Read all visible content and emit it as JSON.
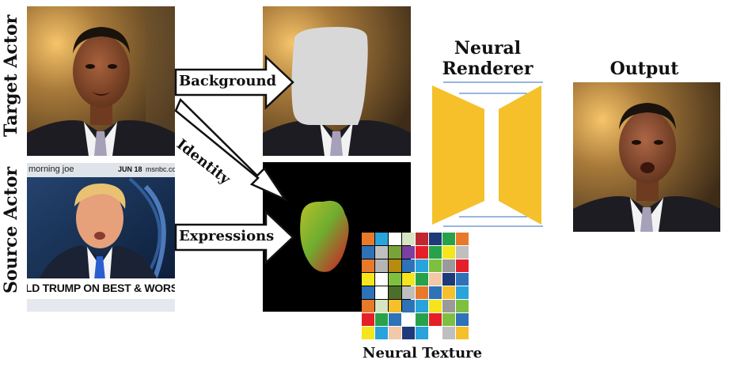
{
  "labels": {
    "target_actor": "Target Actor",
    "source_actor": "Source Actor",
    "neural_renderer": "Neural\nRenderer",
    "neural_renderer_line1": "Neural",
    "neural_renderer_line2": "Renderer",
    "output": "Output",
    "neural_texture": "Neural Texture"
  },
  "arrows": {
    "background": "Background",
    "identity": "Identity",
    "expressions": "Expressions"
  },
  "news": {
    "show": "morning joe",
    "date": "JUN 18",
    "network": "msnbc.com",
    "ticker": "LD TRUMP ON BEST & WORST PRESI"
  },
  "colors": {
    "renderer_gold": "#f5c02a",
    "face_mask_gray": "#d8d8d8",
    "arrow_outline": "#111111"
  },
  "texture_grid": [
    [
      "#e8792b",
      "#29a3dc",
      "#ffffff",
      "#d6e6c3",
      "#c0282f",
      "#1f3a78",
      "#27a24a",
      "#e8792b"
    ],
    [
      "#2e72b8",
      "#bfbfbf",
      "#7aa23a",
      "#7b3fa0",
      "#e51f29",
      "#27a24a",
      "#f5e51c",
      "#bfbfbf"
    ],
    [
      "#e8792b",
      "#b5b5b5",
      "#b78a10",
      "#2e72b8",
      "#29a3dc",
      "#7fbf3f",
      "#9a9a9a",
      "#e51f29"
    ],
    [
      "#f5e51c",
      "#ffffff",
      "#7fbf3f",
      "#f5e51c",
      "#27a24a",
      "#f2c8a8",
      "#1f3a78",
      "#2e72b8"
    ],
    [
      "#2e72b8",
      "#ffffff",
      "#4d6e2b",
      "#bfbfbf",
      "#e8792b",
      "#2e72b8",
      "#f5c02a",
      "#29a3dc"
    ],
    [
      "#e8792b",
      "#d6e6c3",
      "#f5c02a",
      "#2e72b8",
      "#29a3dc",
      "#f5e51c",
      "#9a9a9a",
      "#7fbf3f"
    ],
    [
      "#e51f29",
      "#27a24a",
      "#2e72b8",
      "#ffffff",
      "#27a24a",
      "#e51f29",
      "#7fbf3f",
      "#2e72b8"
    ],
    [
      "#f5e51c",
      "#29a3dc",
      "#f2c8a8",
      "#1f3a78",
      "#29a3dc",
      "#ffffff",
      "#bfbfbf",
      "#f5c02a"
    ]
  ]
}
